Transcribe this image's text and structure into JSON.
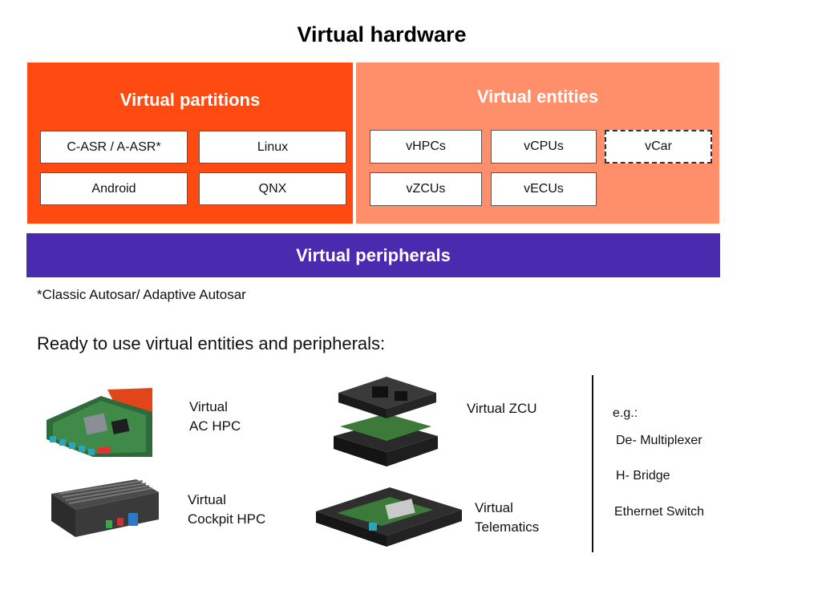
{
  "title": "Virtual hardware",
  "partitions": {
    "title": "Virtual partitions",
    "items": [
      "C-ASR / A-ASR*",
      "Linux",
      "Android",
      "QNX"
    ]
  },
  "entities": {
    "title": "Virtual entities",
    "items": [
      "vHPCs",
      "vCPUs",
      "vCar",
      "vZCUs",
      "vECUs"
    ]
  },
  "peripherals_label": "Virtual peripherals",
  "footnote": "*Classic Autosar/ Adaptive Autosar",
  "subheading": "Ready to use virtual entities and peripherals:",
  "products": [
    {
      "line1": "Virtual",
      "line2": "AC HPC"
    },
    {
      "line1": "Virtual ZCU",
      "line2": ""
    },
    {
      "line1": "Virtual",
      "line2": "Cockpit HPC"
    },
    {
      "line1": "Virtual",
      "line2": "Telematics"
    }
  ],
  "examples": {
    "label": "e.g.:",
    "items": [
      "De- Multiplexer",
      "H- Bridge",
      "Ethernet Switch"
    ]
  },
  "colors": {
    "partitions_bg": "#ff4a12",
    "entities_bg": "#ff8f6b",
    "peripherals_bg": "#4a2bb0"
  }
}
